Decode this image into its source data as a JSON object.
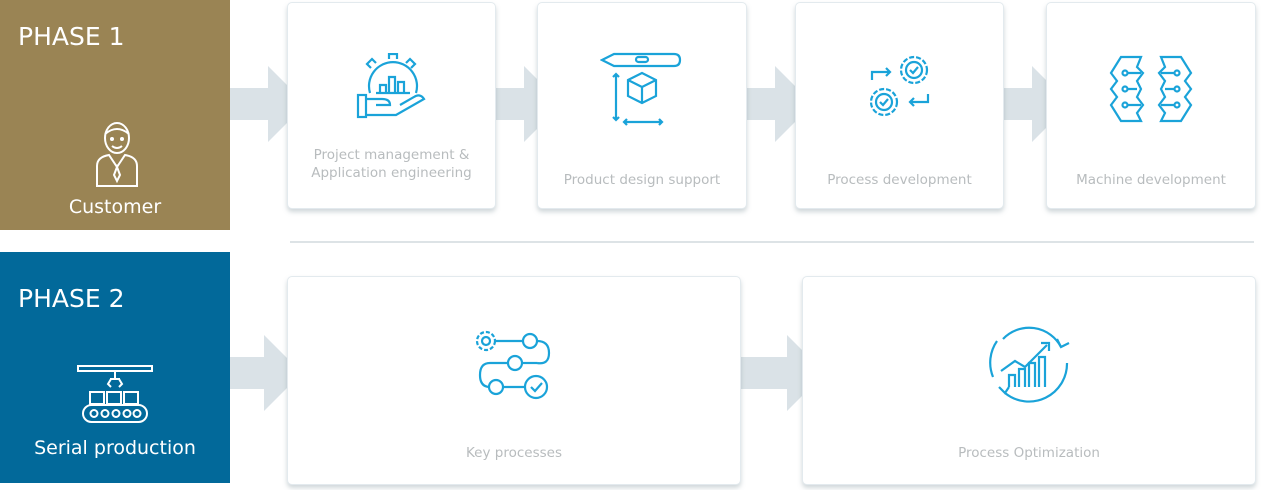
{
  "phase1": {
    "title": "PHASE 1",
    "label": "Customer",
    "color": "#9a8454"
  },
  "phase2": {
    "title": "PHASE 2",
    "label": "Serial production",
    "color": "#02699a"
  },
  "row1": [
    {
      "label_line1": "Project management &",
      "label_line2": "Application engineering",
      "icon": "gear-chart-hand-icon"
    },
    {
      "label": "Product design support",
      "icon": "pen-cube-icon"
    },
    {
      "label": "Process development",
      "icon": "gears-cycle-icon"
    },
    {
      "label": "Machine development",
      "icon": "circuit-icon"
    }
  ],
  "row2": [
    {
      "label": "Key processes",
      "icon": "process-flow-icon"
    },
    {
      "label": "Process Optimization",
      "icon": "growth-cycle-icon"
    }
  ],
  "icon_color": "#1aa3d9"
}
